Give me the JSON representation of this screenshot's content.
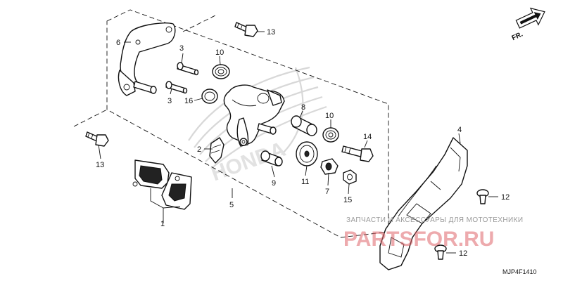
{
  "diagram": {
    "code": "MJP4F1410",
    "direction_label": "FR.",
    "brand_watermark": "HONDA",
    "site_caption": "ЗАПЧАСТИ И АКСЕССУАРЫ ДЛЯ МОТОТЕХНИКИ",
    "site_name": "PARTSFOR.RU",
    "callouts": [
      "1",
      "2",
      "3",
      "3",
      "4",
      "5",
      "6",
      "7",
      "8",
      "9",
      "10",
      "10",
      "11",
      "12",
      "12",
      "13",
      "13",
      "14",
      "15",
      "16"
    ]
  }
}
